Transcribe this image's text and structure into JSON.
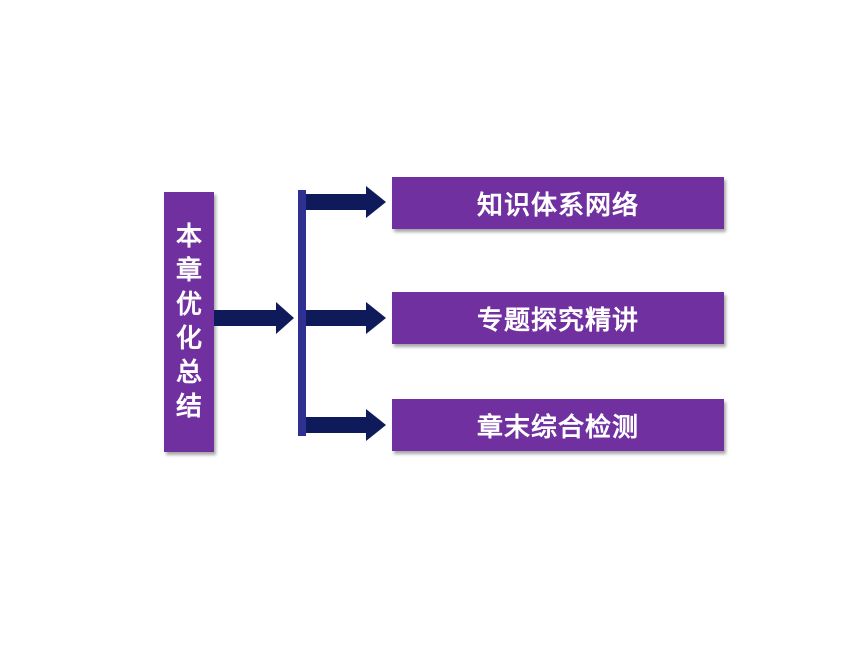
{
  "diagram": {
    "root_chars": [
      "本",
      "章",
      "优",
      "化",
      "总",
      "结"
    ],
    "items": [
      {
        "label": "知识体系网络"
      },
      {
        "label": "专题探究精讲"
      },
      {
        "label": "章末综合检测"
      }
    ]
  },
  "colors": {
    "box_fill": "#7030a0",
    "box_text": "#ffffff",
    "arrow_fill": "#0e1a5a",
    "bracket_fill": "#2e3192"
  }
}
